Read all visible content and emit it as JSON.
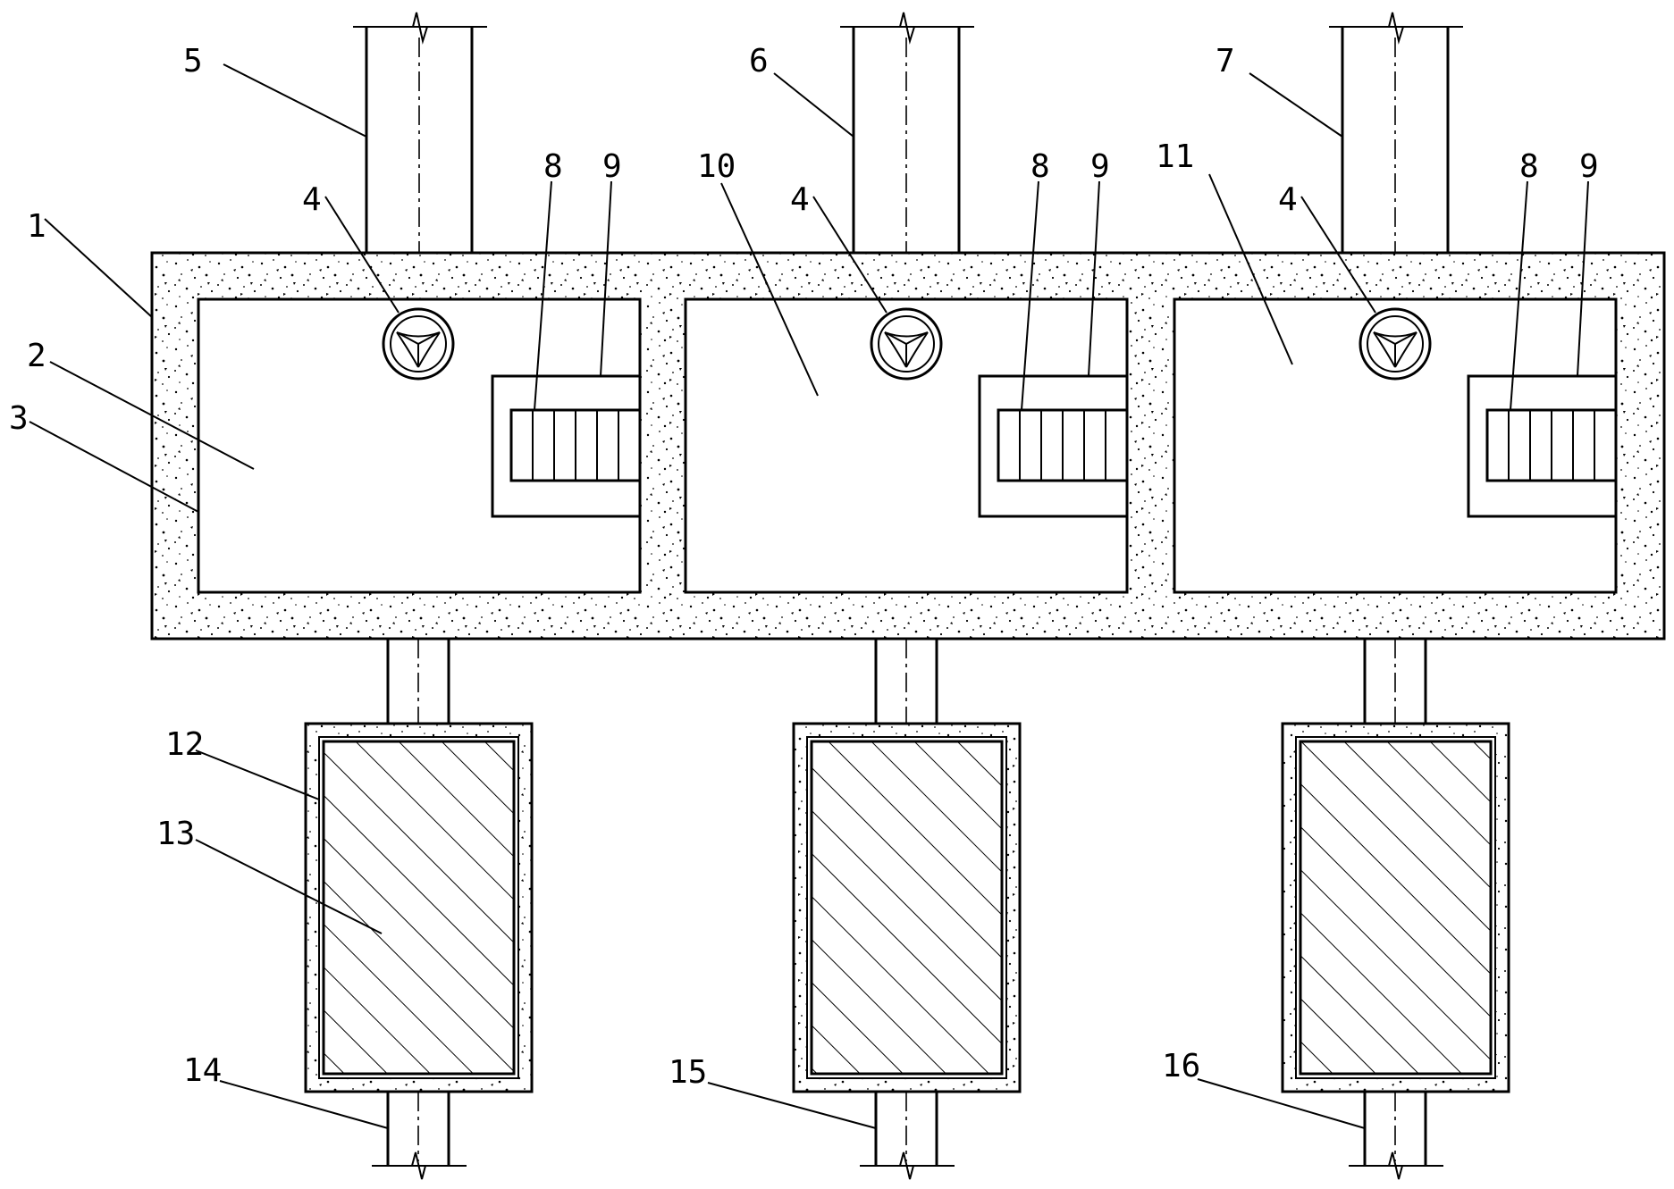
{
  "labels": {
    "n1": "1",
    "n2": "2",
    "n3": "3",
    "n4a": "4",
    "n4b": "4",
    "n4c": "4",
    "n5": "5",
    "n6": "6",
    "n7": "7",
    "n8a": "8",
    "n8b": "8",
    "n8c": "8",
    "n9a": "9",
    "n9b": "9",
    "n9c": "9",
    "n10": "10",
    "n11": "11",
    "n12": "12",
    "n13": "13",
    "n14": "14",
    "n15": "15",
    "n16": "16"
  },
  "icons": {
    "fan": "fan-icon",
    "heater": "heater-grid-icon"
  },
  "colors": {
    "line": "#000000",
    "background": "#ffffff"
  }
}
